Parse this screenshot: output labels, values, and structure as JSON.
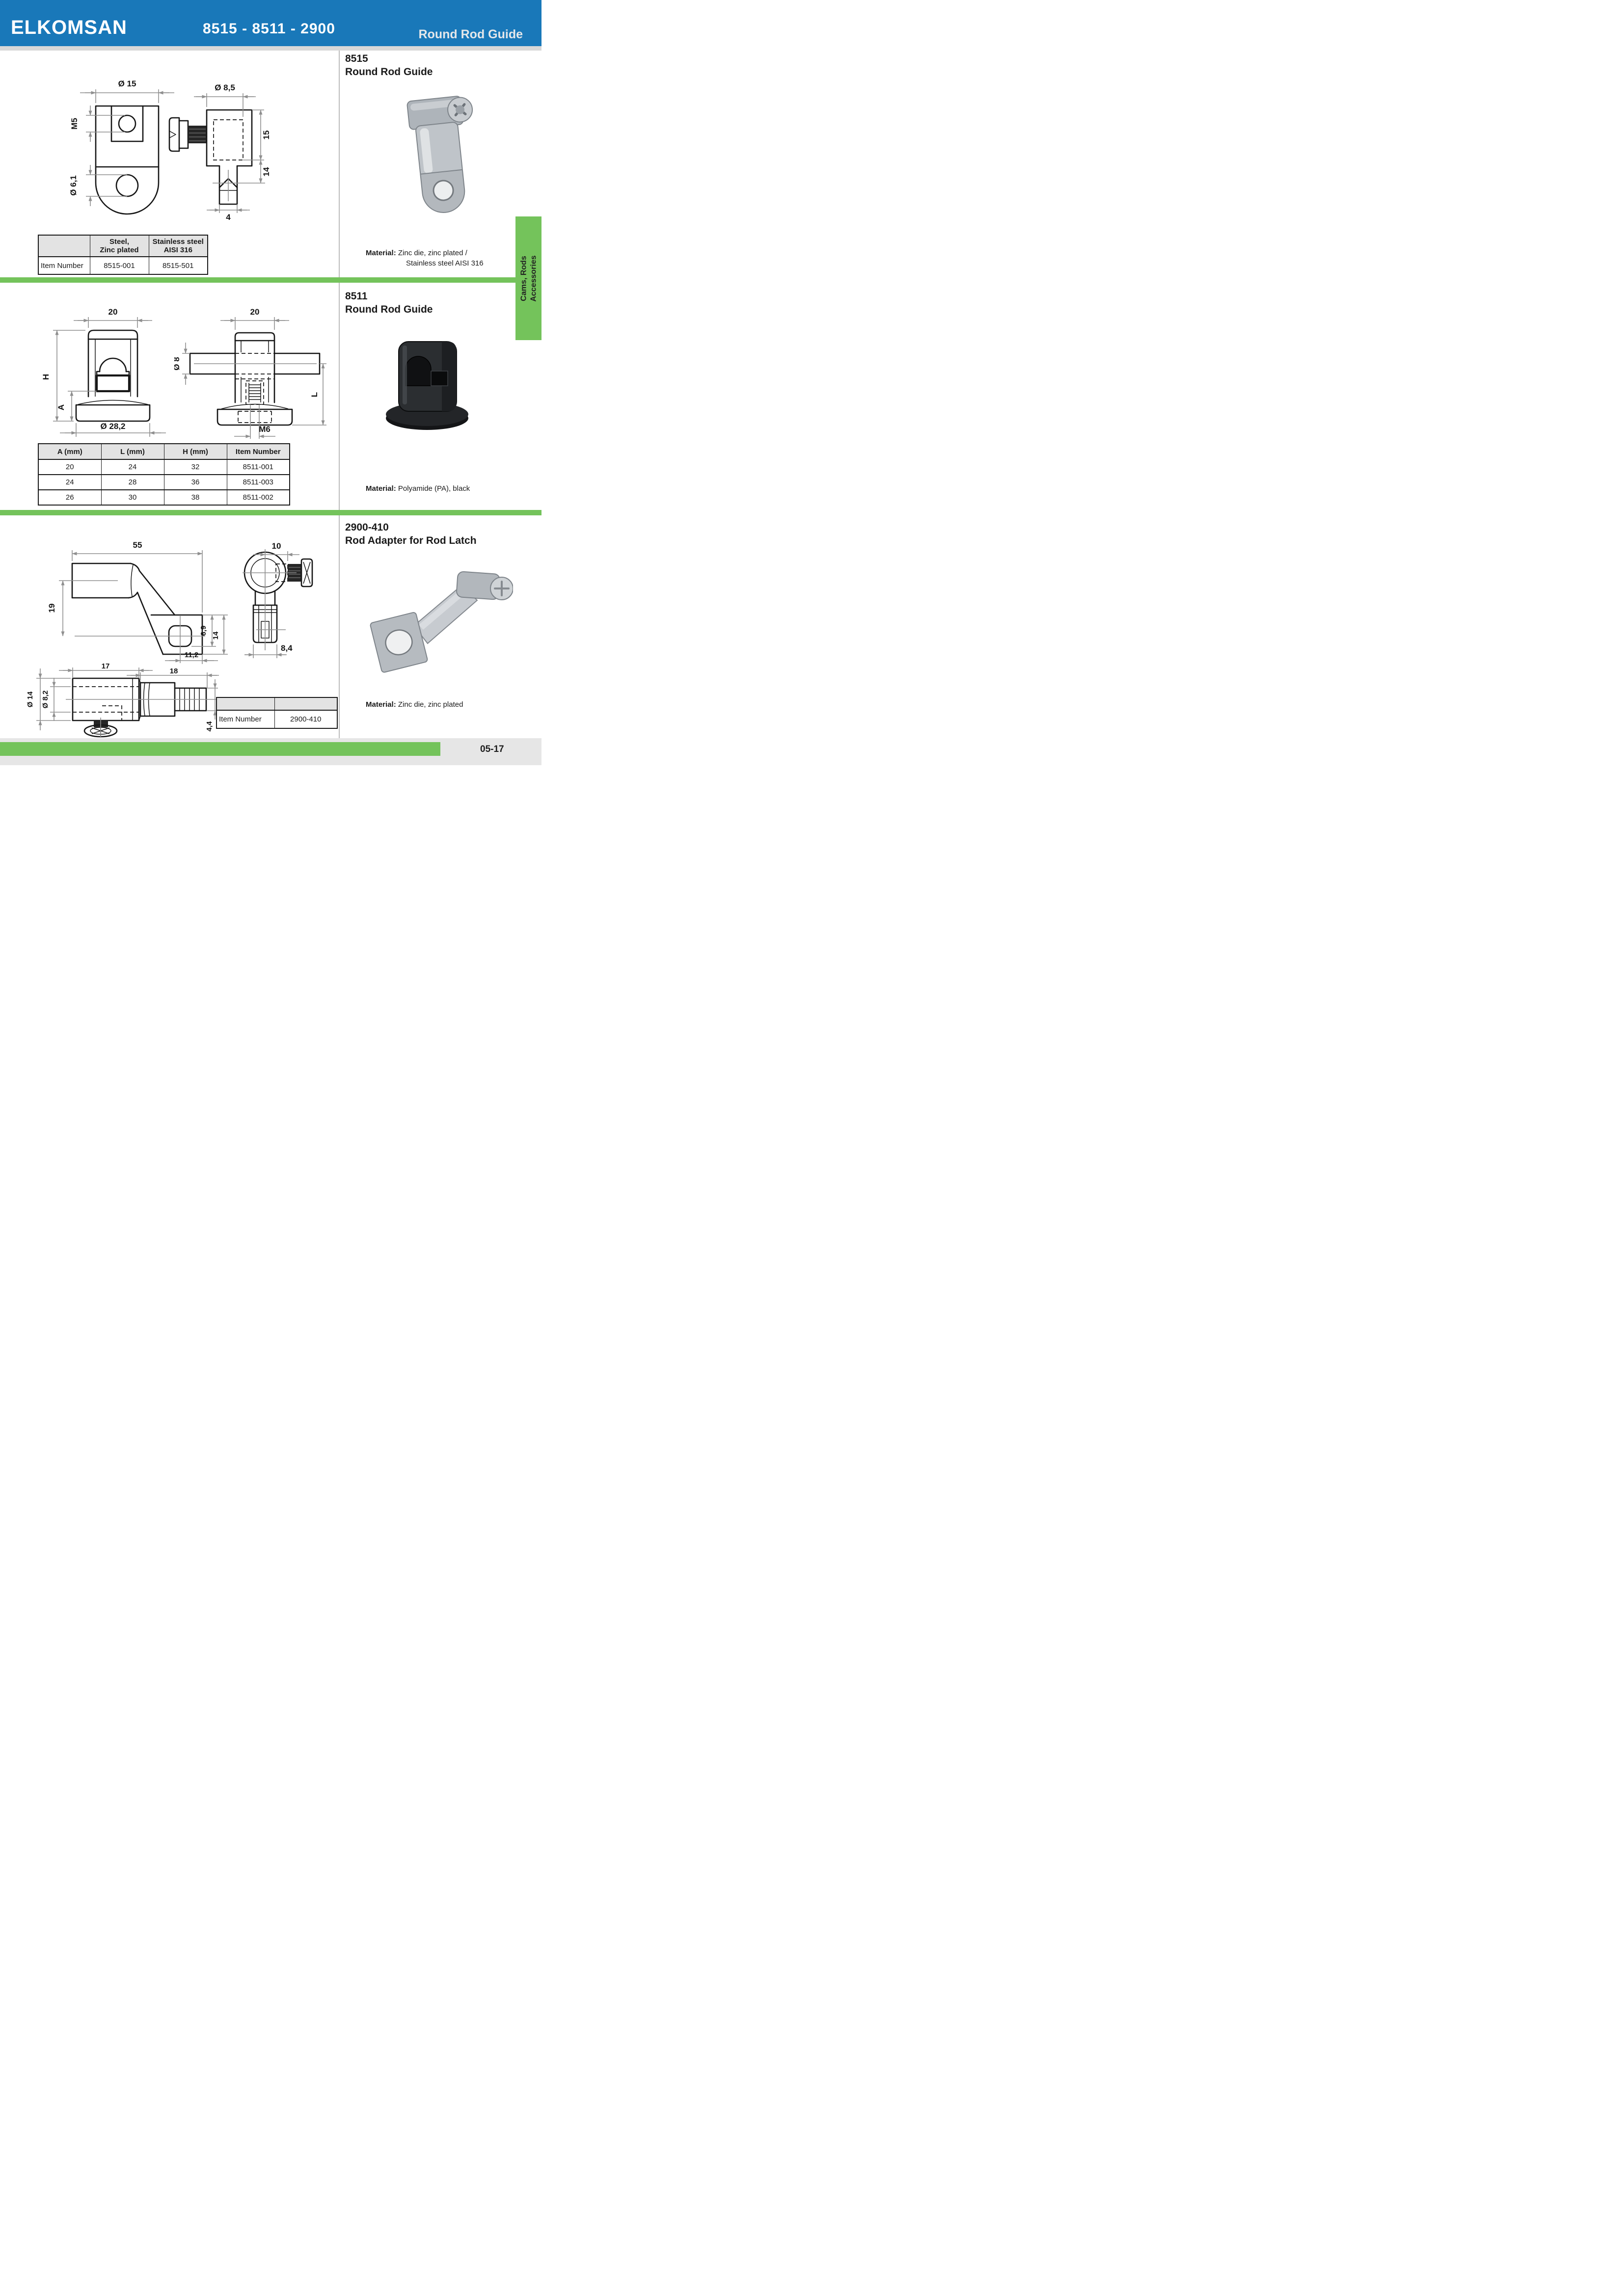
{
  "header": {
    "brand": "ELKOMSAN",
    "codes": "8515 - 8511 - 2900",
    "title": "Round Rod Guide"
  },
  "sidebar": {
    "tab_line1": "Cams, Rods",
    "tab_line2": "Accessories"
  },
  "footer": {
    "page_number": "05-17"
  },
  "colors": {
    "header_blue": "#1978b9",
    "green": "#74c35b",
    "table_header_bg": "#e3e3e3"
  },
  "s8515": {
    "code": "8515",
    "name": "Round Rod Guide",
    "material_label": "Material:",
    "material_line1": "Zinc die, zinc plated /",
    "material_line2": "Stainless steel AISI 316",
    "table": {
      "head_col2_line1": "Steel,",
      "head_col2_line2": "Zinc plated",
      "head_col3_line1": "Stainless steel",
      "head_col3_line2": "AISI 316",
      "row_label": "Item Number",
      "steel_item": "8515-001",
      "stainless_item": "8515-501"
    },
    "dims": {
      "dia15": "Ø 15",
      "m5": "M5",
      "dia61": "Ø 6,1",
      "dia85": "Ø 8,5",
      "d15": "15",
      "d14": "14",
      "d4": "4"
    }
  },
  "s8511": {
    "code": "8511",
    "name": "Round Rod Guide",
    "material_label": "Material:",
    "material_line1": "Polyamide (PA), black",
    "table": {
      "col1": "A (mm)",
      "col2": "L (mm)",
      "col3": "H (mm)",
      "col4": "Item Number",
      "rows": [
        [
          "20",
          "24",
          "32",
          "8511-001"
        ],
        [
          "24",
          "28",
          "36",
          "8511-003"
        ],
        [
          "26",
          "30",
          "38",
          "8511-002"
        ]
      ]
    },
    "dims": {
      "w20_front": "20",
      "w20_side": "20",
      "H": "H",
      "A": "A",
      "dia282": "Ø 28,2",
      "dia8": "Ø 8",
      "L": "L",
      "m6": "M6"
    }
  },
  "s2900": {
    "code": "2900-410",
    "name": "Rod Adapter for Rod Latch",
    "material_label": "Material:",
    "material_line1": "Zinc die, zinc plated",
    "table": {
      "row_label": "Item Number",
      "item": "2900-410"
    },
    "dims": {
      "d55": "55",
      "d19": "19",
      "d69": "6,9",
      "d14": "14",
      "d112": "11,2",
      "d10": "10",
      "d84": "8,4",
      "d17": "17",
      "d18": "18",
      "dia14": "Ø 14",
      "dia82": "Ø 8,2",
      "d44": "4,4"
    }
  }
}
